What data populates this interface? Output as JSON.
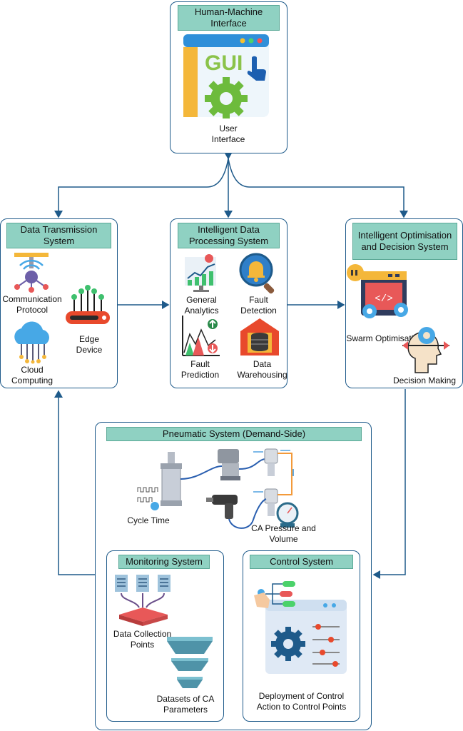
{
  "hmi": {
    "title": "Human-Machine Interface",
    "gui_text": "GUI",
    "user_interface": "User Interface"
  },
  "transmission": {
    "title": "Data Transmission System",
    "comm_protocol": "Communication Protocol",
    "edge_device": "Edge Device",
    "cloud": "Cloud Computing"
  },
  "processing": {
    "title": "Intelligent Data Processing System",
    "general_analytics": "General Analytics",
    "fault_detection": "Fault Detection",
    "fault_prediction": "Fault Prediction",
    "data_warehousing": "Data Warehousing"
  },
  "optimisation": {
    "title": "Intelligent Optimisation and Decision System",
    "swarm": "Swarm Optimisation",
    "decision": "Decision Making"
  },
  "pneumatic": {
    "title": "Pneumatic System (Demand-Side)",
    "cycle_time": "Cycle Time",
    "ca_pressure": "CA Pressure and Volume"
  },
  "monitoring": {
    "title": "Monitoring System",
    "collection": "Data Collection Points",
    "datasets": "Datasets of CA Parameters"
  },
  "control": {
    "title": "Control System",
    "deployment": "Deployment of Control Action to Control Points"
  },
  "colors": {
    "border": "#1e5a8a",
    "header": "#8fd1c2",
    "arrow": "#1e5a8a"
  }
}
